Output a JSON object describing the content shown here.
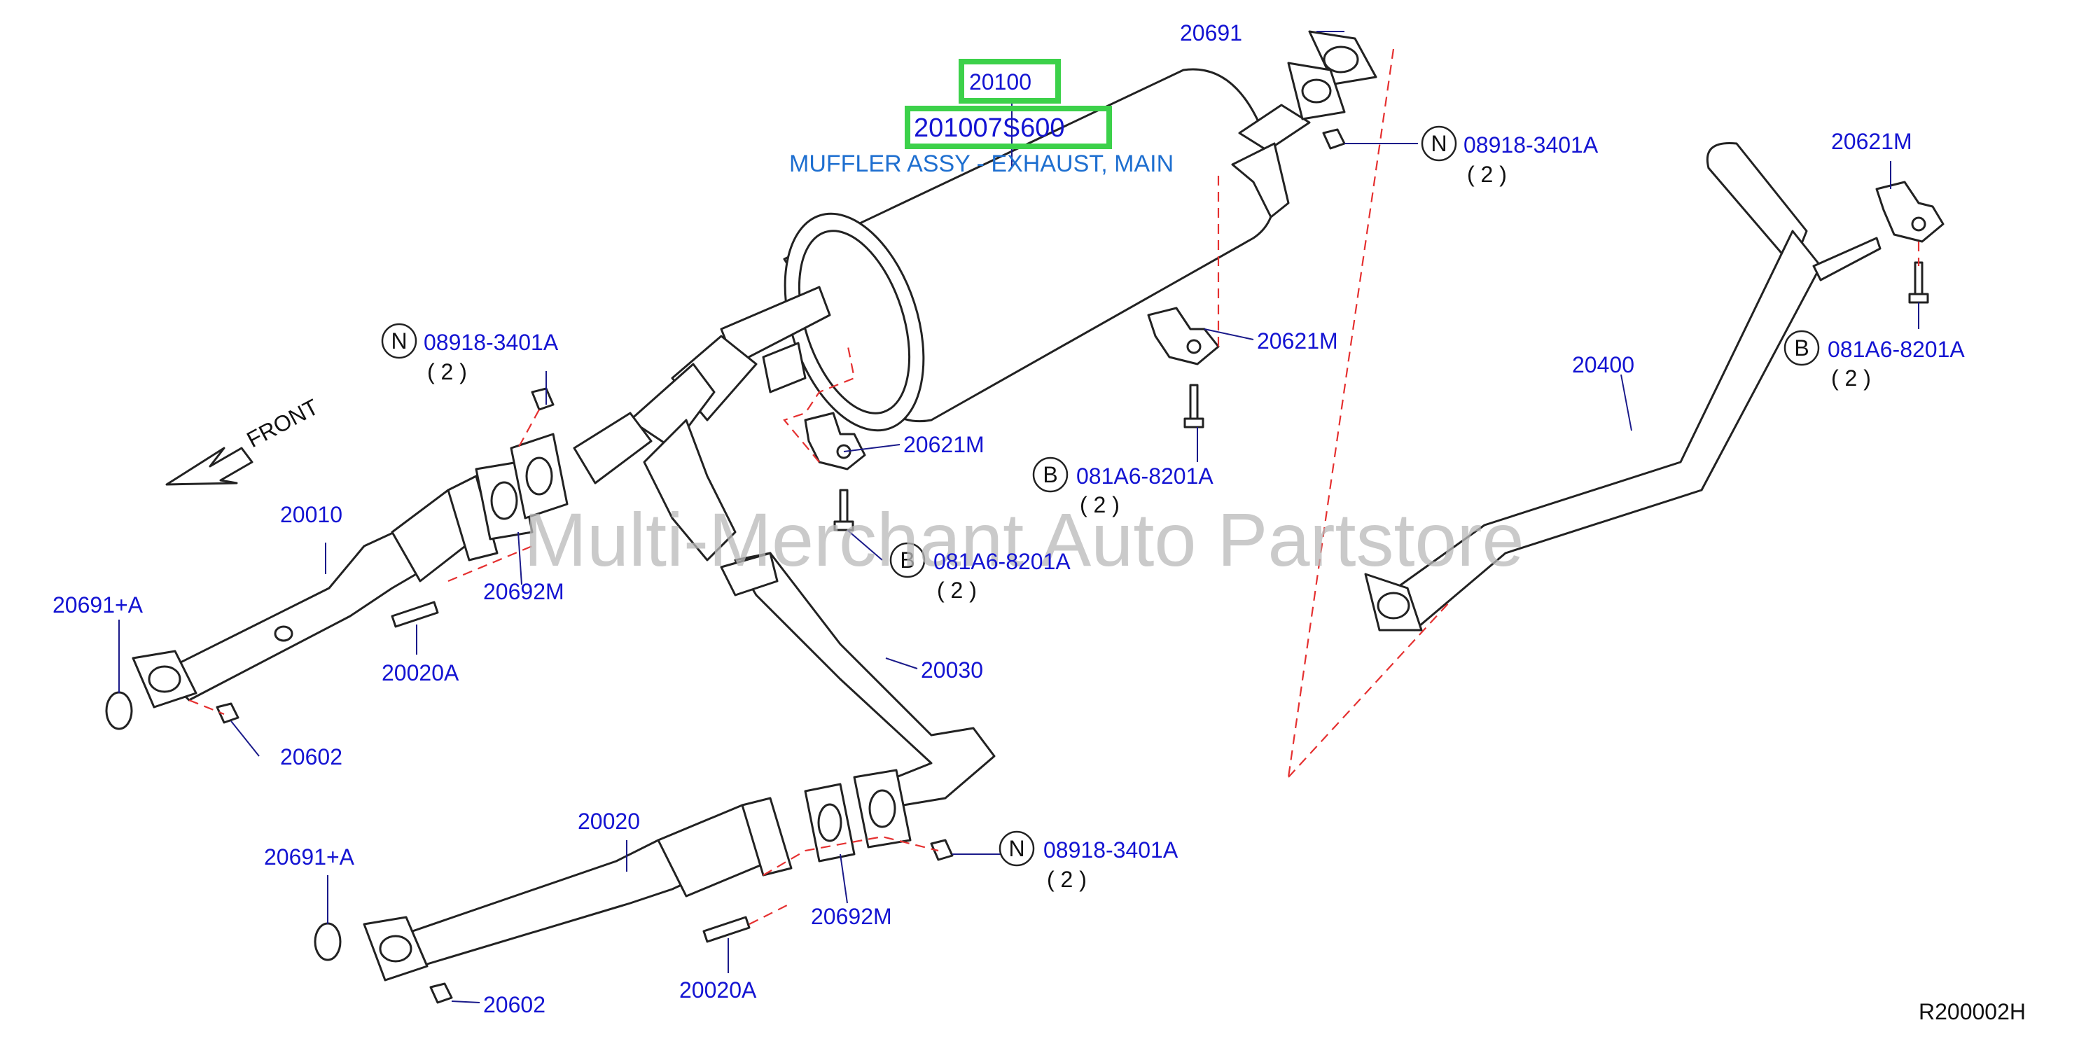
{
  "diagram": {
    "callouts": {
      "main_part": "20100",
      "main_alt": "201007S600",
      "main_desc": "MUFFLER ASSY - EXHAUST, MAIN",
      "gasket_top": "20691",
      "nut_top": "08918-3401A",
      "nut_top_qty": "( 2 )",
      "nut_left": "08918-3401A",
      "nut_left_qty": "( 2 )",
      "nut_bottom": "08918-3401A",
      "nut_bottom_qty": "( 2 )",
      "mount_center": "20621M",
      "mount_left": "20621M",
      "mount_right": "20621M",
      "bolt_center": "081A6-8201A",
      "bolt_center_qty": "( 2 )",
      "bolt_left": "081A6-8201A",
      "bolt_left_qty": "( 2 )",
      "bolt_right": "081A6-8201A",
      "bolt_right_qty": "( 2 )",
      "front_tube_upper": "20010",
      "front_tube_lower": "20020",
      "center_tube": "20030",
      "tail_tube": "20400",
      "ring_upper": "20691+A",
      "ring_lower": "20691+A",
      "gasket_upper": "20692M",
      "gasket_lower": "20692M",
      "stud_upper": "20020A",
      "stud_lower": "20020A",
      "nut_upper": "20602",
      "nut_lower": "20602",
      "front_label": "FRONT",
      "letter_n": "N",
      "letter_b": "B",
      "ref_code": "R200002H",
      "watermark": "Multi-Merchant Auto Partstore"
    },
    "colors": {
      "label": "#1414d2",
      "main_label": "#1e6fd0",
      "highlight": "#3cd14a",
      "dashed_guide": "#e53030",
      "line_art": "#222222"
    }
  }
}
